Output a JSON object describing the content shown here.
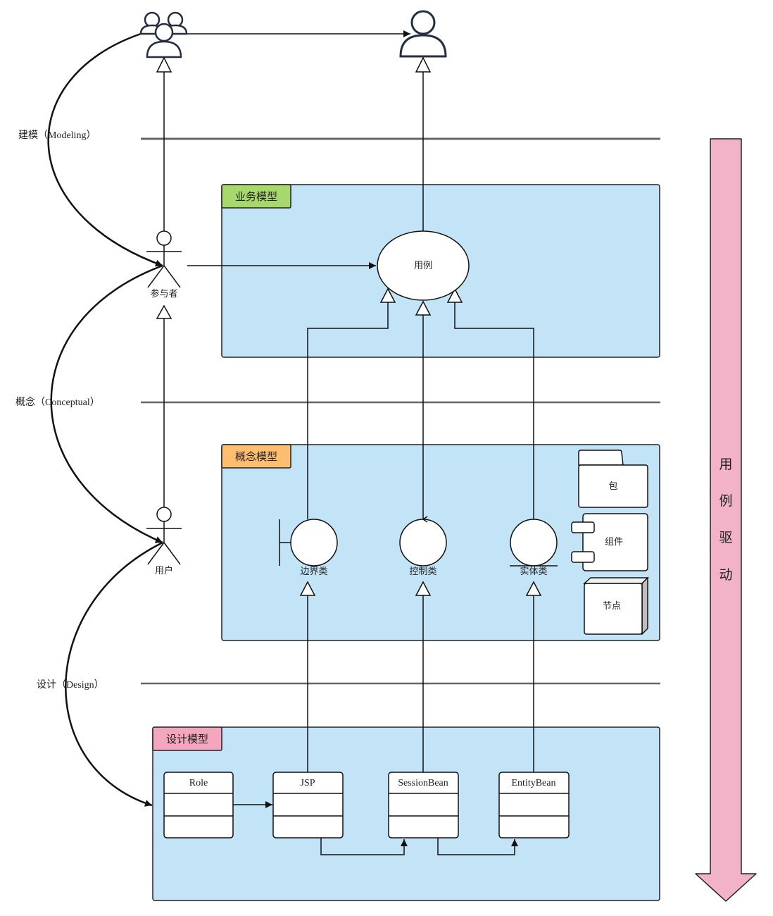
{
  "layers": {
    "modeling": "建模（Modeling）",
    "conceptual": "概念（Conceptual）",
    "design": "设计（Design）"
  },
  "actors": {
    "participant": "参与者",
    "user": "用户"
  },
  "business_model": {
    "title": "业务模型",
    "title_color": "#a6d86e",
    "use_case": "用例"
  },
  "concept_model": {
    "title": "概念模型",
    "title_color": "#fdbf6f",
    "boundary": "边界类",
    "control": "控制类",
    "entity": "实体类",
    "package": "包",
    "component": "组件",
    "node": "节点"
  },
  "design_model": {
    "title": "设计模型",
    "title_color": "#f4a6be",
    "classes": [
      "Role",
      "JSP",
      "SessionBean",
      "EntityBean"
    ]
  },
  "side_arrow": {
    "chars": [
      "用",
      "例",
      "驱",
      "动"
    ],
    "color": "#f2b3c8"
  },
  "colors": {
    "model_bg": "#c3e3f6",
    "line": "#111111",
    "layer_line": "#666666"
  }
}
